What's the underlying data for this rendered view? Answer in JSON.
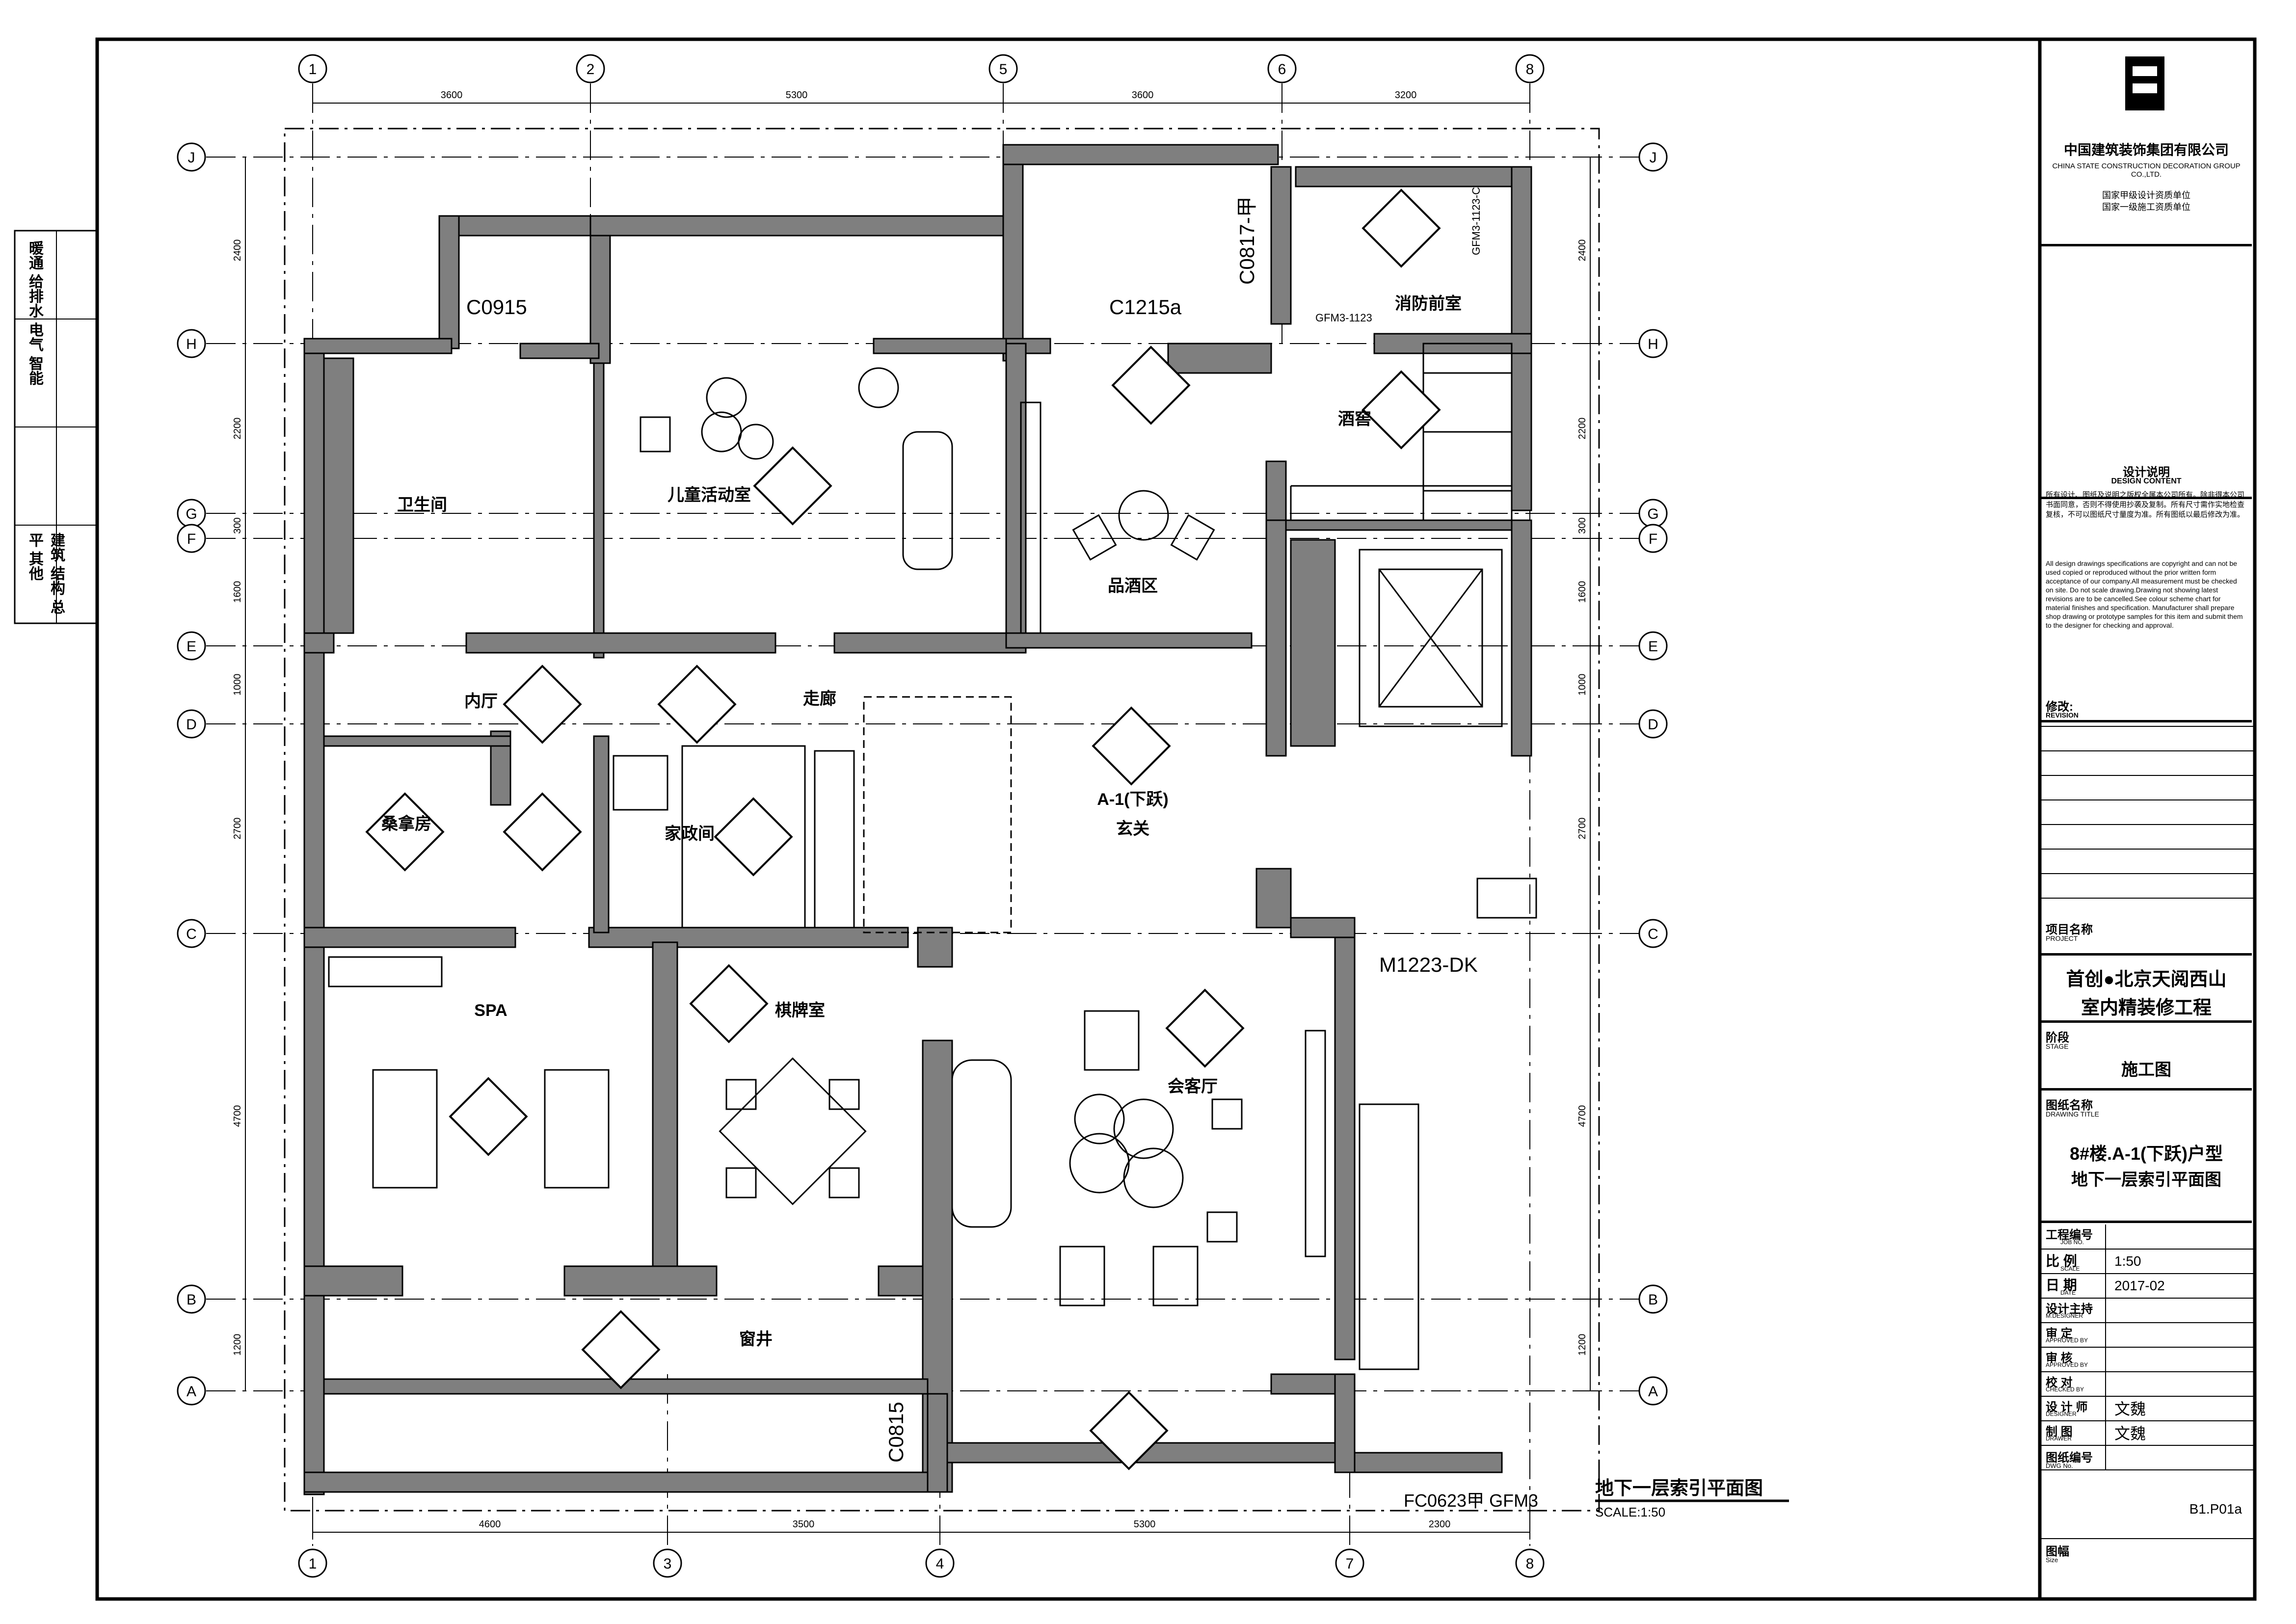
{
  "grid": {
    "columns_top": [
      "1",
      "2",
      "5",
      "6",
      "8"
    ],
    "columns_bottom": [
      "1",
      "3",
      "4",
      "7",
      "8"
    ],
    "rows": [
      "J",
      "H",
      "G",
      "F",
      "E",
      "D",
      "C",
      "B",
      "A"
    ],
    "dims_top": [
      "3600",
      "5300",
      "3600",
      "3200"
    ],
    "dims_bottom": [
      "4600",
      "3500",
      "5300",
      "2300"
    ],
    "dims_left": [
      "2400",
      "2200",
      "300",
      "1600",
      "1000",
      "2700",
      "4700",
      "1200"
    ],
    "dims_right": [
      "2400",
      "2200",
      "300",
      "1600",
      "1000",
      "2700",
      "4700",
      "1200"
    ]
  },
  "rooms": {
    "bathroom": "卫生间",
    "kids_room": "儿童活动室",
    "wine_area": "品酒区",
    "fire_room": "消防前室",
    "wine_cellar": "酒窖",
    "inner_hall": "内厅",
    "corridor": "走廊",
    "sauna": "桑拿房",
    "laundry": "家政间",
    "entrance_code": "A-1(下跃)",
    "entrance": "玄关",
    "spa": "SPA",
    "chess_room": "棋牌室",
    "living_room": "会客厅",
    "window_well": "窗井"
  },
  "tags": {
    "c0915": "C0915",
    "c1215a": "C1215a",
    "c0817": "C0817-甲",
    "gfm3_1123": "GFM3-1123",
    "gfm3_1123c": "GFM3-1123-C",
    "m1223": "M1223-DK",
    "c0815": "C0815",
    "fc0623": "FC0623甲 GFM3"
  },
  "drawing": {
    "title": "地下一层索引平面图",
    "scale": "SCALE:1:50"
  },
  "left_strip": {
    "top": "暖通 给排水 电气 智能",
    "bottom": "建筑 结构 总平 其他"
  },
  "title_block": {
    "company_cn": "中国建筑装饰集团有限公司",
    "company_en": "CHINA STATE CONSTRUCTION DECORATION GROUP CO.,LTD.",
    "qual1": "国家甲级设计资质单位",
    "qual2": "国家一级施工资质单位",
    "design_cn": "设计说明",
    "design_en": "DESIGN CONTENT",
    "design_text_cn": "所有设计、图纸及说明之版权全属本公司所有。除非得本公司书面同意，否则不得使用抄袭及复制。所有尺寸需作实地检查复核，不可以图纸尺寸量度为准。所有图纸以最后修改为准。",
    "design_text_en": "All design drawings specifications are copyright and can not be used copied or reproduced without the prior written form acceptance of our company.All measurement must be checked on site. Do not scale drawing.Drawing not showing latest revisions are to be cancelled.See colour scheme chart for material finishes and specification. Manufacturer shall prepare shop drawing or prototype samples for this item and submit them to the designer for checking and approval.",
    "revision_cn": "修改:",
    "revision_en": "REVISION",
    "project_cn": "项目名称",
    "project_en": "PROJECT",
    "project_name1": "首创●北京天阅西山",
    "project_name2": "室内精装修工程",
    "stage_cn": "阶段",
    "stage_en": "STAGE",
    "stage_value": "施工图",
    "dwg_title_cn": "图纸名称",
    "dwg_title_en": "DRAWING TITLE",
    "dwg_title1": "8#楼.A-1(下跃)户型",
    "dwg_title2": "地下一层索引平面图",
    "job_cn": "工程编号",
    "job_en": "JOB NO.",
    "scale_cn": "比 例",
    "scale_en": "SCALE",
    "scale_value": "1:50",
    "date_cn": "日 期",
    "date_en": "DATE",
    "date_value": "2017-02",
    "designer_cn": "设计主持",
    "designer_en": "M.DESIGNER",
    "approved_cn": "审 定",
    "approved_en": "APPROVED BY",
    "approved2_cn": "审 核",
    "approved2_en": "APPROVED BY",
    "checked_cn": "校 对",
    "checked_en": "CHECKED BY",
    "designer2_cn": "设 计 师",
    "designer2_en": "DESIGNER",
    "drawer_cn": "制 图",
    "drawer_en": "DRAWER",
    "dwgno_cn": "图纸编号",
    "dwgno_en": "DWG No.",
    "dwgno_value": "B1.P01a",
    "size_cn": "图幅",
    "size_en": "Size",
    "sig_designer2": "文魏",
    "sig_drawer": "文魏"
  },
  "colors": {
    "wall": "#7f7f7f",
    "line": "#000000",
    "paper": "#ffffff"
  }
}
